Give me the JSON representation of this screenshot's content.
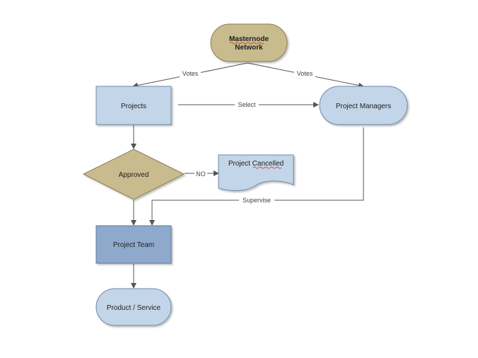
{
  "colors": {
    "tan_fill": "#c8bb8d",
    "tan_stroke": "#8a7d57",
    "blue_fill": "#c3d5e8",
    "blue_stroke": "#6f8aa8",
    "blue_dark_fill": "#8ea9cc",
    "connector": "#555555",
    "squiggle": "#d42a2a"
  },
  "nodes": {
    "masternode": {
      "line1": "Masternode",
      "line2": "Network"
    },
    "projects": {
      "label": "Projects"
    },
    "project_managers": {
      "label": "Project Managers"
    },
    "approved": {
      "label": "Approved"
    },
    "project_cancelled": {
      "label": "Project Cancelled"
    },
    "project_team": {
      "label": "Project Team"
    },
    "product_service": {
      "label": "Product / Service"
    }
  },
  "edges": {
    "votes_left": "Votes",
    "votes_right": "Votes",
    "select": "Select",
    "no": "NO",
    "supervise": "Supervise"
  }
}
